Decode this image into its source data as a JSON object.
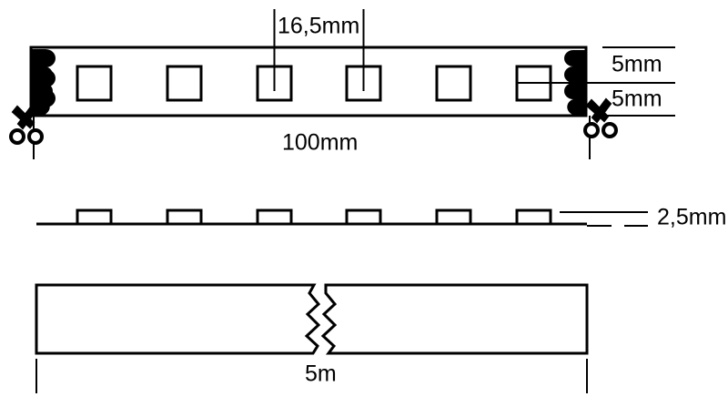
{
  "drawing": {
    "title": "LED strip technical dimension drawing",
    "line_color": "#000000",
    "background_color": "#ffffff",
    "pad_color": "#000000"
  },
  "dimensions": {
    "led_pitch": "16,5mm",
    "strip_length": "100mm",
    "strip_width_top": "5mm",
    "strip_width_bottom": "5mm",
    "strip_thickness": "2,5mm",
    "reel_length": "5m"
  },
  "top_view": {
    "name": "top-view",
    "led_count": 6,
    "pad_count_left": 4,
    "pad_count_right": 4,
    "cut_marks": 2
  },
  "side_view": {
    "name": "side-view",
    "led_count": 6
  },
  "roll_view": {
    "name": "roll-view",
    "break_symbol": "zigzag"
  },
  "icons": {
    "scissors_left": "scissors-icon",
    "scissors_right": "scissors-icon"
  }
}
